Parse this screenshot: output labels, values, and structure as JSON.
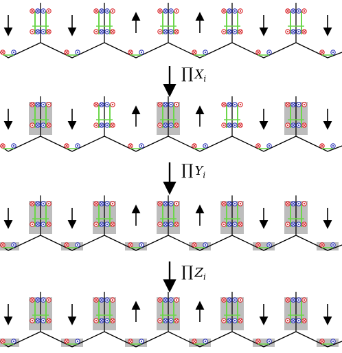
{
  "operators": [
    {
      "name": "X",
      "sub": "i"
    },
    {
      "name": "Y",
      "sub": "i"
    },
    {
      "name": "Z",
      "sub": "i"
    }
  ],
  "product_symbol": "∏",
  "colors": {
    "line": "#000000",
    "bond": "#6cd64a",
    "shade": "#bdbdbd",
    "red": "#d8262b",
    "blue": "#2d36b8"
  },
  "rows": [
    {
      "arrows": [
        "down",
        "down",
        "up",
        "up",
        "down",
        "down"
      ],
      "shaded": [
        false,
        false,
        false,
        false,
        false,
        false
      ],
      "shaded_flat": [
        false,
        false,
        false,
        false,
        false,
        false
      ]
    },
    {
      "arrows": [
        "down",
        "down",
        "up",
        "up",
        "down",
        "down"
      ],
      "shaded": [
        true,
        false,
        true,
        false,
        true,
        false
      ],
      "shaded_flat": [
        false,
        false,
        false,
        false,
        false,
        false
      ]
    },
    {
      "arrows": [
        "down",
        "down",
        "up",
        "up",
        "down",
        "down"
      ],
      "shaded": [
        true,
        true,
        true,
        true,
        true,
        true
      ],
      "shaded_flat": [
        true,
        true,
        true,
        true,
        true,
        true
      ]
    },
    {
      "arrows": [
        "down",
        "down",
        "up",
        "up",
        "down",
        "down"
      ],
      "shaded": [
        true,
        true,
        true,
        true,
        true,
        true
      ],
      "shaded_flat": [
        true,
        true,
        true,
        true,
        true,
        true
      ]
    }
  ],
  "icons": {
    "down_arrow": "down-arrow-icon",
    "up_arrow": "up-arrow-icon",
    "transition_arrow": "big-down-arrow-icon"
  }
}
